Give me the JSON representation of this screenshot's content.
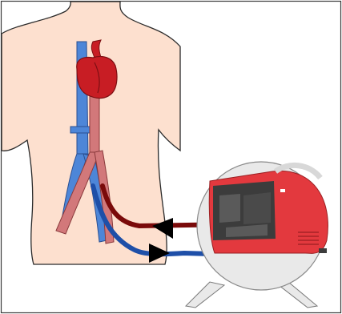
{
  "diagram": {
    "kind": "extracorporeal circulation illustration",
    "colors": {
      "background": "#ffffff",
      "frame": "#3a3a3a",
      "skin": "#fde0cf",
      "skin_outline": "#2a2a2a",
      "vein": "#4d86d8",
      "artery": "#d2787a",
      "heart": "#c81d24",
      "heart_dark": "#7d0f13",
      "return_tube": "#7a0a0a",
      "drain_tube": "#1e4fa8",
      "arrow": "#000000",
      "device_red": "#e3393e",
      "device_shell": "#e9e9e9",
      "device_dark": "#3c3c3c"
    },
    "elements": [
      "body-outline",
      "vena-cava",
      "aorta",
      "heart",
      "femoral-vessels",
      "arterial-return-cannula",
      "venous-drain-cannula",
      "flow-arrow-return",
      "flow-arrow-drain",
      "ecmo-console"
    ]
  }
}
